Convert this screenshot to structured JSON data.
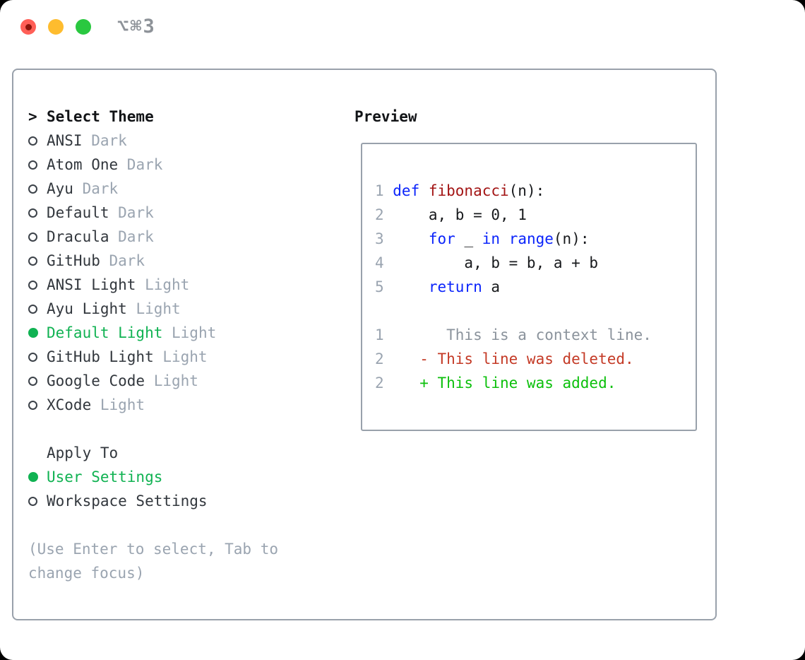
{
  "window": {
    "title": "⌥⌘3"
  },
  "colors": {
    "window_bg": "#ffffff",
    "accent_green": "#10b252",
    "added_green": "#0cc00c",
    "deleted_red": "#c43a26",
    "keyword_blue": "#0b24fb",
    "function_red": "#a31515",
    "code_text": "#17191c",
    "item_text": "#32373d",
    "header_text": "#121417",
    "muted_gray": "#9aa4b0",
    "context_gray": "#8b939c",
    "border_gray": "#99a1ab",
    "title_gray": "#8d9298",
    "radio_ring": "#3c4249",
    "traffic_red": "#ff5f57",
    "traffic_red_dot": "#8c150c",
    "traffic_yellow": "#febc2e",
    "traffic_green": "#2ac840"
  },
  "theme_picker": {
    "header_prefix": ">",
    "header": "Select Theme",
    "items": [
      {
        "name": "ANSI",
        "tag": "Dark",
        "selected": false
      },
      {
        "name": "Atom One",
        "tag": "Dark",
        "selected": false
      },
      {
        "name": "Ayu",
        "tag": "Dark",
        "selected": false
      },
      {
        "name": "Default",
        "tag": "Dark",
        "selected": false
      },
      {
        "name": "Dracula",
        "tag": "Dark",
        "selected": false
      },
      {
        "name": "GitHub",
        "tag": "Dark",
        "selected": false
      },
      {
        "name": "ANSI Light",
        "tag": "Light",
        "selected": false
      },
      {
        "name": "Ayu Light",
        "tag": "Light",
        "selected": false
      },
      {
        "name": "Default Light",
        "tag": "Light",
        "selected": true
      },
      {
        "name": "GitHub Light",
        "tag": "Light",
        "selected": false
      },
      {
        "name": "Google Code",
        "tag": "Light",
        "selected": false
      },
      {
        "name": "XCode",
        "tag": "Light",
        "selected": false
      }
    ]
  },
  "apply_to": {
    "header": "Apply To",
    "options": [
      {
        "label": "User Settings",
        "selected": true
      },
      {
        "label": "Workspace Settings",
        "selected": false
      }
    ]
  },
  "hint": "(Use Enter to select, Tab to change focus)",
  "preview": {
    "header": "Preview",
    "code_lines": [
      {
        "num": "1",
        "tokens": [
          {
            "t": "def ",
            "s": "kw"
          },
          {
            "t": "fibonacci",
            "s": "fn"
          },
          {
            "t": "(n):",
            "s": "pl"
          }
        ]
      },
      {
        "num": "2",
        "tokens": [
          {
            "t": "    a, b = 0, 1",
            "s": "pl"
          }
        ]
      },
      {
        "num": "3",
        "tokens": [
          {
            "t": "    ",
            "s": "pl"
          },
          {
            "t": "for",
            "s": "kw"
          },
          {
            "t": " _ ",
            "s": "pl"
          },
          {
            "t": "in",
            "s": "kw"
          },
          {
            "t": " ",
            "s": "pl"
          },
          {
            "t": "range",
            "s": "kw"
          },
          {
            "t": "(n):",
            "s": "pl"
          }
        ]
      },
      {
        "num": "4",
        "tokens": [
          {
            "t": "        a, b = b, a + b",
            "s": "pl"
          }
        ]
      },
      {
        "num": "5",
        "tokens": [
          {
            "t": "    ",
            "s": "pl"
          },
          {
            "t": "return",
            "s": "kw"
          },
          {
            "t": " a",
            "s": "pl"
          }
        ]
      }
    ],
    "diff_lines": [
      {
        "num": "1",
        "tokens": [
          {
            "t": "      This is a context line.",
            "s": "ctx"
          }
        ]
      },
      {
        "num": "2",
        "tokens": [
          {
            "t": "   - This line was deleted.",
            "s": "del"
          }
        ]
      },
      {
        "num": "2",
        "tokens": [
          {
            "t": "   + This line was added.",
            "s": "add"
          }
        ]
      }
    ]
  }
}
